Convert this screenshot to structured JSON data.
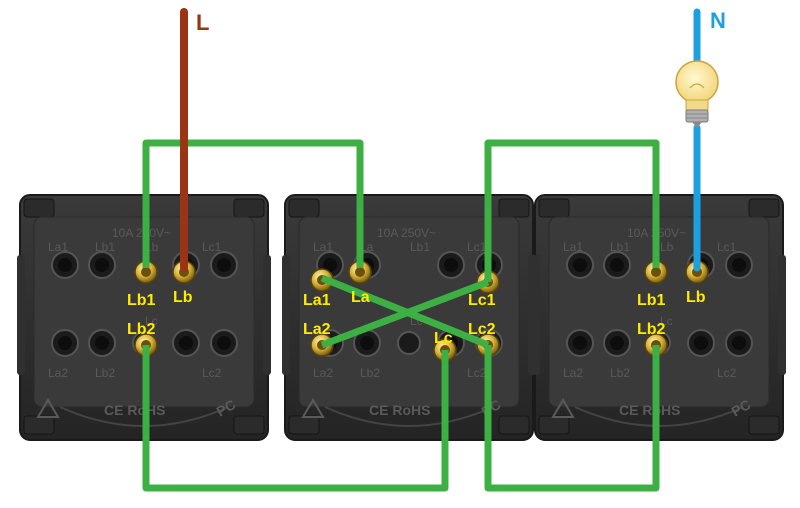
{
  "wires": {
    "live_label": "L",
    "neutral_label": "N",
    "live_color": "#9a3412",
    "neutral_color": "#1ea0e0",
    "link_color": "#3cb043"
  },
  "module_markings": {
    "rating": "10A 250V~",
    "ce_rohs": "CE RoHS",
    "pc": "PC"
  },
  "switch_left": {
    "terminal_markings": [
      "La1",
      "Lb1",
      "Lb",
      "Lc1",
      "La2",
      "Lb2",
      "Lc",
      "Lc2"
    ],
    "labels": [
      "Lb1",
      "Lb",
      "Lb2"
    ]
  },
  "switch_middle": {
    "terminal_markings": [
      "La1",
      "La",
      "Lb1",
      "Lc1",
      "La2",
      "Lb2",
      "Lc",
      "Lc2"
    ],
    "labels": [
      "La1",
      "La",
      "Lc1",
      "La2",
      "Lc",
      "Lc2"
    ]
  },
  "switch_right": {
    "terminal_markings": [
      "La1",
      "Lb1",
      "Lb",
      "Lc1",
      "La2",
      "Lb2",
      "Lc",
      "Lc2"
    ],
    "labels": [
      "Lb1",
      "Lb",
      "Lb2"
    ]
  },
  "lamp": {
    "icon": "light-bulb-icon"
  }
}
